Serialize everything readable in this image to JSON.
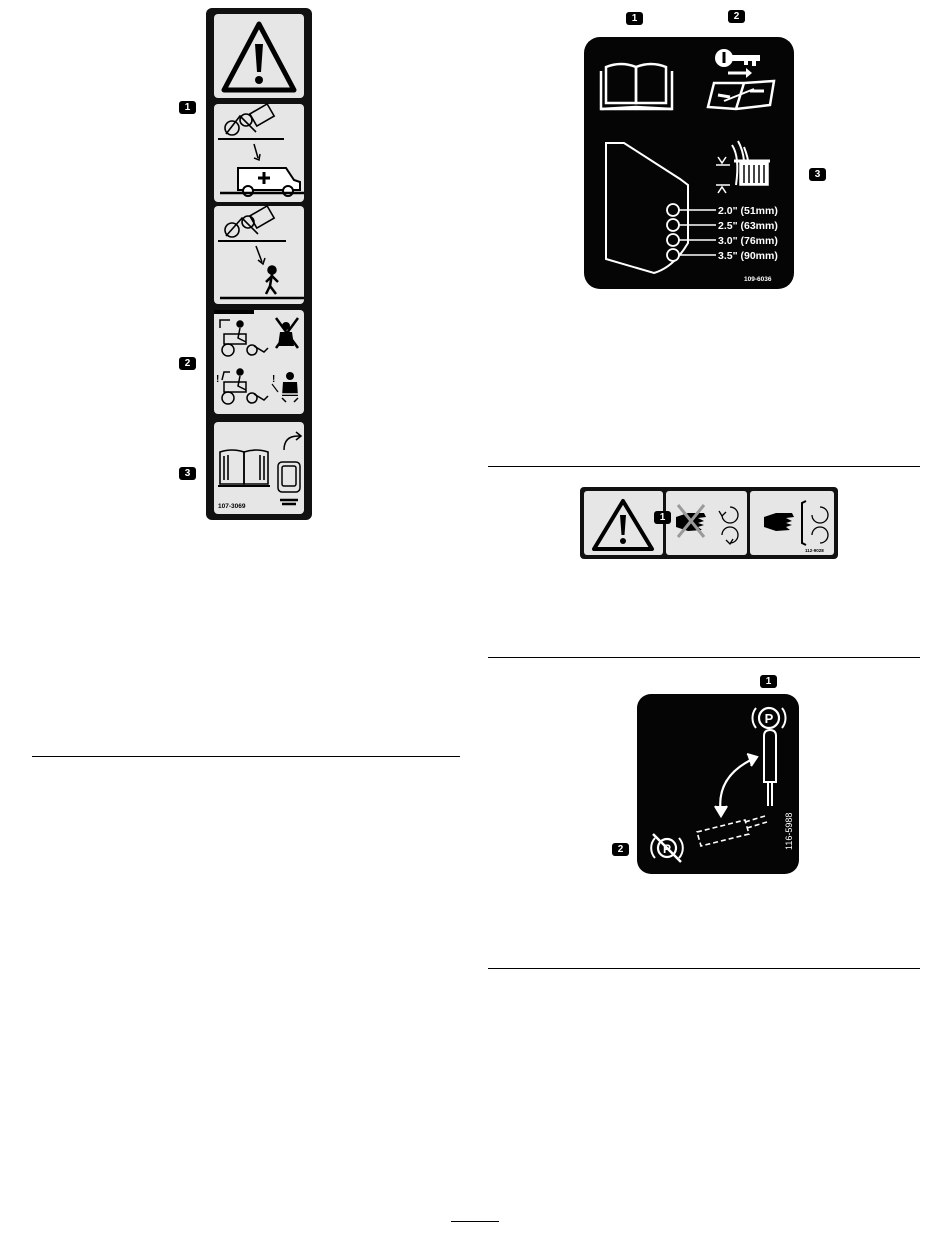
{
  "decal_107_3069": {
    "part_number": "107-3069",
    "callouts": [
      "1",
      "2",
      "3"
    ]
  },
  "decal_109_6036": {
    "part_number": "109-6036",
    "callouts": [
      "1",
      "2",
      "3"
    ],
    "heights": [
      "2.0\" (51mm)",
      "2.5\" (63mm)",
      "3.0\" (76mm)",
      "3.5\" (90mm)"
    ]
  },
  "decal_112_9028": {
    "part_number": "112-9028",
    "callouts": [
      "1"
    ]
  },
  "decal_116_5988": {
    "part_number": "116-5988",
    "callouts": [
      "1",
      "2"
    ],
    "park_symbol": "P"
  },
  "icons": {
    "warning": "warning-triangle-icon",
    "manual": "operator-manual-icon",
    "key": "key-icon",
    "service": "service-manual-icon",
    "ambulance": "ambulance-icon",
    "walk": "walking-person-icon",
    "seatbelt": "seatbelt-icon",
    "rollbar": "rollbar-icon",
    "hand_hazard": "hand-hazard-icon",
    "parking_brake": "parking-brake-icon"
  }
}
